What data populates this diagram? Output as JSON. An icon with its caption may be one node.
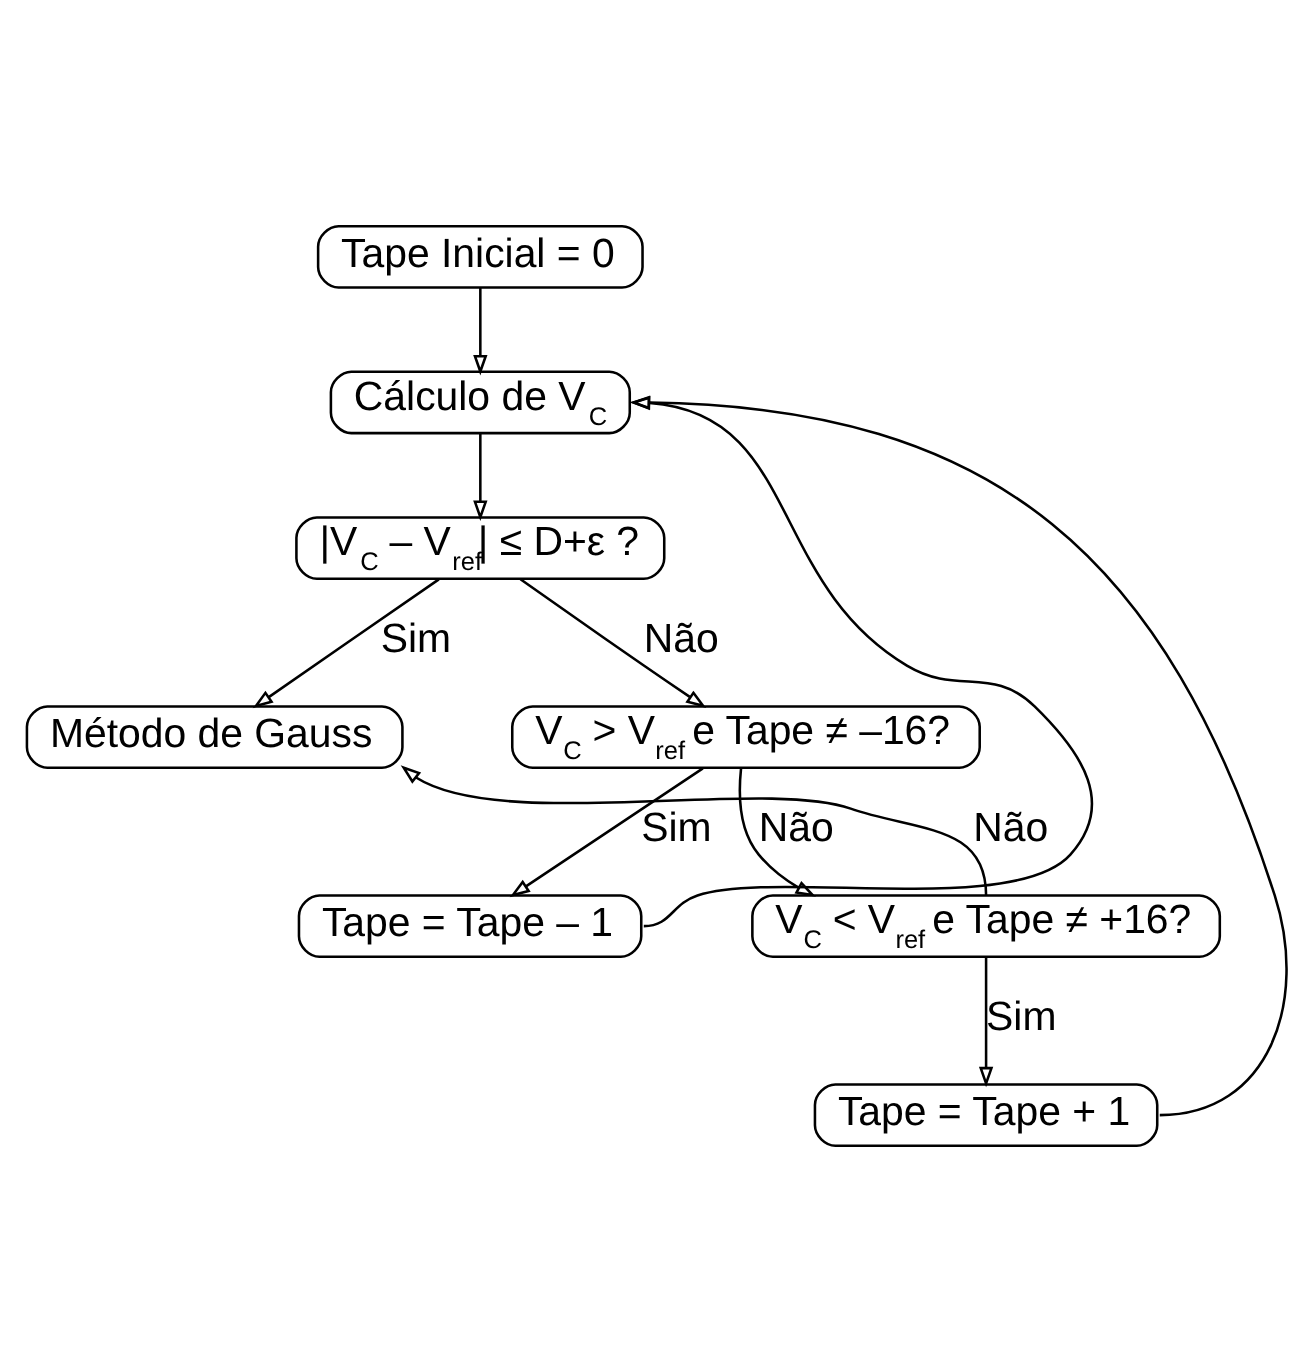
{
  "diagram": {
    "nodes": [
      {
        "text": [
          "Tape Inicial = 0"
        ]
      },
      {
        "text": [
          "Cálculo de V$_{C}$"
        ]
      },
      {
        "text": [
          "|V$_{C}$ – V$_{ref}$| ≤ D+ε ?"
        ]
      },
      {
        "text": [
          "V$_{C}$ > V$_{ref}$ e Tape ≠ –16?"
        ]
      },
      {
        "text": [
          "Método de Gauss"
        ]
      },
      {
        "text": [
          "Tape = Tape – 1"
        ]
      },
      {
        "text": [
          "V$_{C}$ < V$_{ref}$ e Tape ≠ +16?"
        ]
      },
      {
        "text": [
          "Tape = Tape + 1"
        ]
      }
    ],
    "edges": [
      {
        "from": 0,
        "to": 1,
        "arrow": "to"
      },
      {
        "from": 1,
        "to": 2,
        "arrow": "to"
      },
      {
        "from": 2,
        "to": 4,
        "arrow": "to",
        "label": "Sim"
      },
      {
        "from": 2,
        "to": 3,
        "arrow": "to",
        "label": "Não"
      },
      {
        "from": 3,
        "to": 5,
        "arrow": "to",
        "label": "Sim"
      },
      {
        "from": 3,
        "to": 6,
        "arrow": "to",
        "label": "Não"
      },
      {
        "from": 6,
        "to": 4,
        "arrow": "to",
        "label": "Não"
      },
      {
        "from": 6,
        "to": 7,
        "arrow": "to",
        "label": "Sim"
      },
      {
        "from": 5,
        "to": 1,
        "arrow": "to"
      },
      {
        "from": 7,
        "to": 1,
        "arrow": "to"
      }
    ]
  }
}
